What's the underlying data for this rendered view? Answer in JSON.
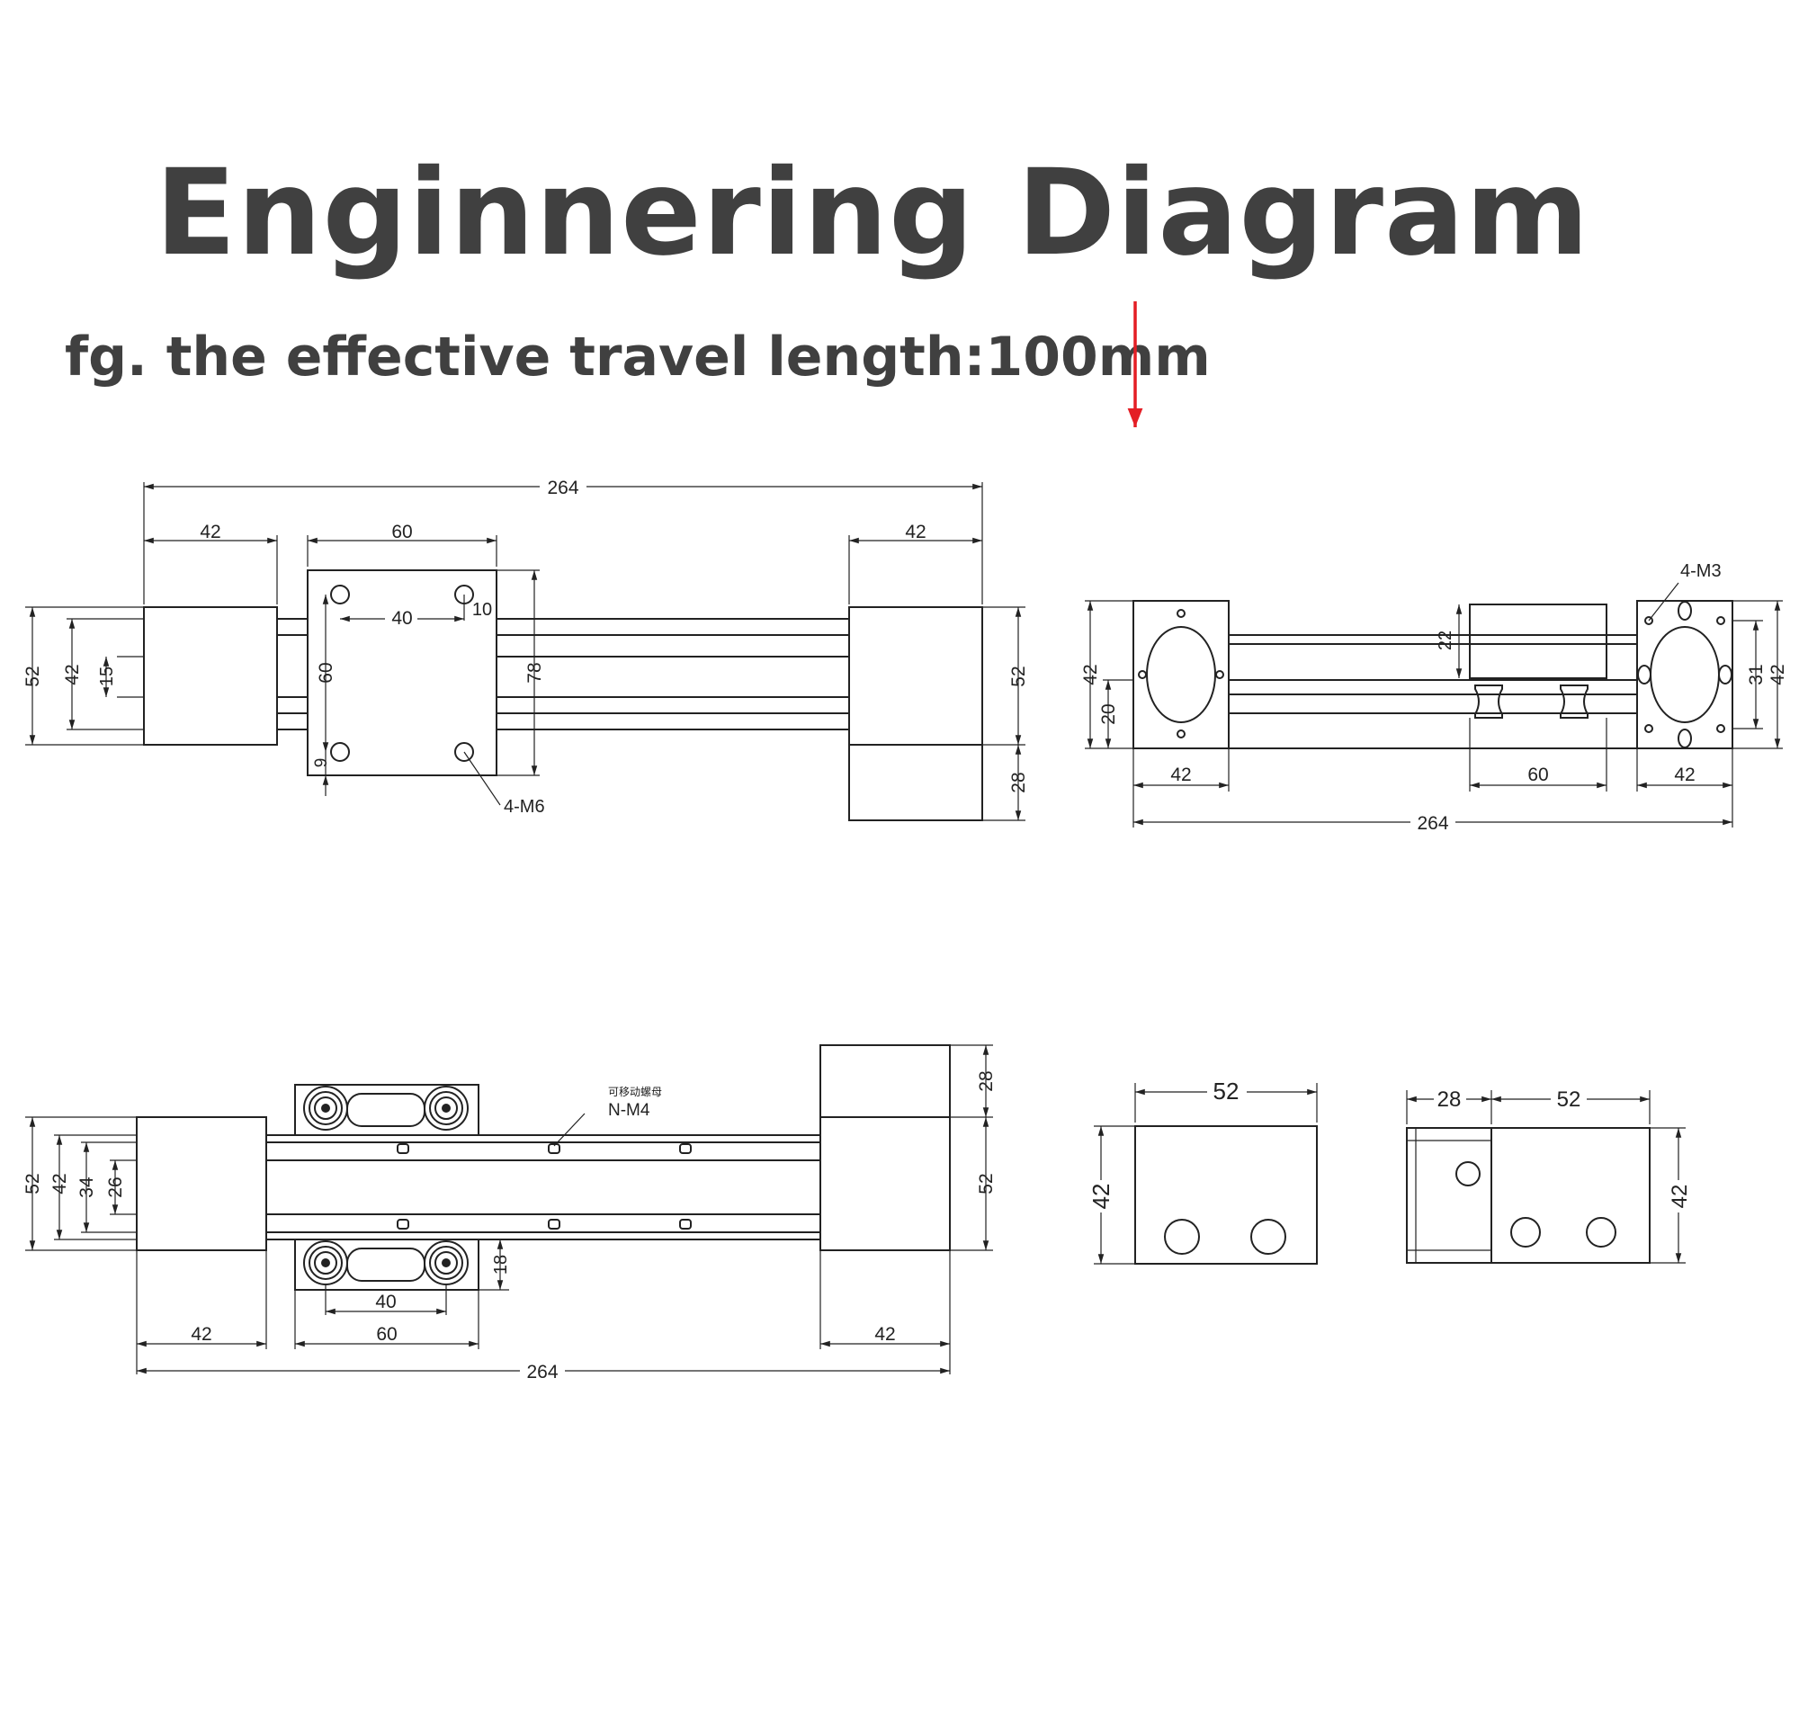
{
  "title": "Enginnering Diagram",
  "subtitle": "fg. the effective travel length:100mm",
  "arrow_color": "#e41e25",
  "line_color": "#222222",
  "views": {
    "top_view": {
      "dims": {
        "overall": "264",
        "left_block": "42",
        "carriage": "60",
        "right_block": "42",
        "hole_spacing_h": "40",
        "hole_edge": "10",
        "hole_spacing_v": "60",
        "carriage_height": "78",
        "hole_bottom": "9",
        "left_height_outer": "52",
        "left_height_inner": "42",
        "rod_gap": "15",
        "right_height": "52",
        "right_extension": "28"
      },
      "callout": "4-M6"
    },
    "side_view": {
      "dims": {
        "height_left": "42",
        "offset": "20",
        "carriage_height": "22",
        "height_right_inner": "31",
        "height_right": "42",
        "left_plate": "42",
        "carriage": "60",
        "right_plate": "42",
        "overall": "264"
      },
      "callout": "4-M3"
    },
    "bottom_view": {
      "dims": {
        "overall": "264",
        "left_block": "42",
        "carriage": "60",
        "roller_spacing": "40",
        "right_block": "42",
        "height_outer": "52",
        "height_42": "42",
        "height_34": "34",
        "height_26": "26",
        "roller_offset": "18",
        "right_extension": "28",
        "right_height": "52"
      },
      "callout_cn": "可移动螺母",
      "callout": "N-M4"
    },
    "end_view_a": {
      "dims": {
        "width": "52",
        "height": "42"
      }
    },
    "end_view_b": {
      "dims": {
        "extension": "28",
        "width": "52",
        "height": "42"
      }
    }
  }
}
